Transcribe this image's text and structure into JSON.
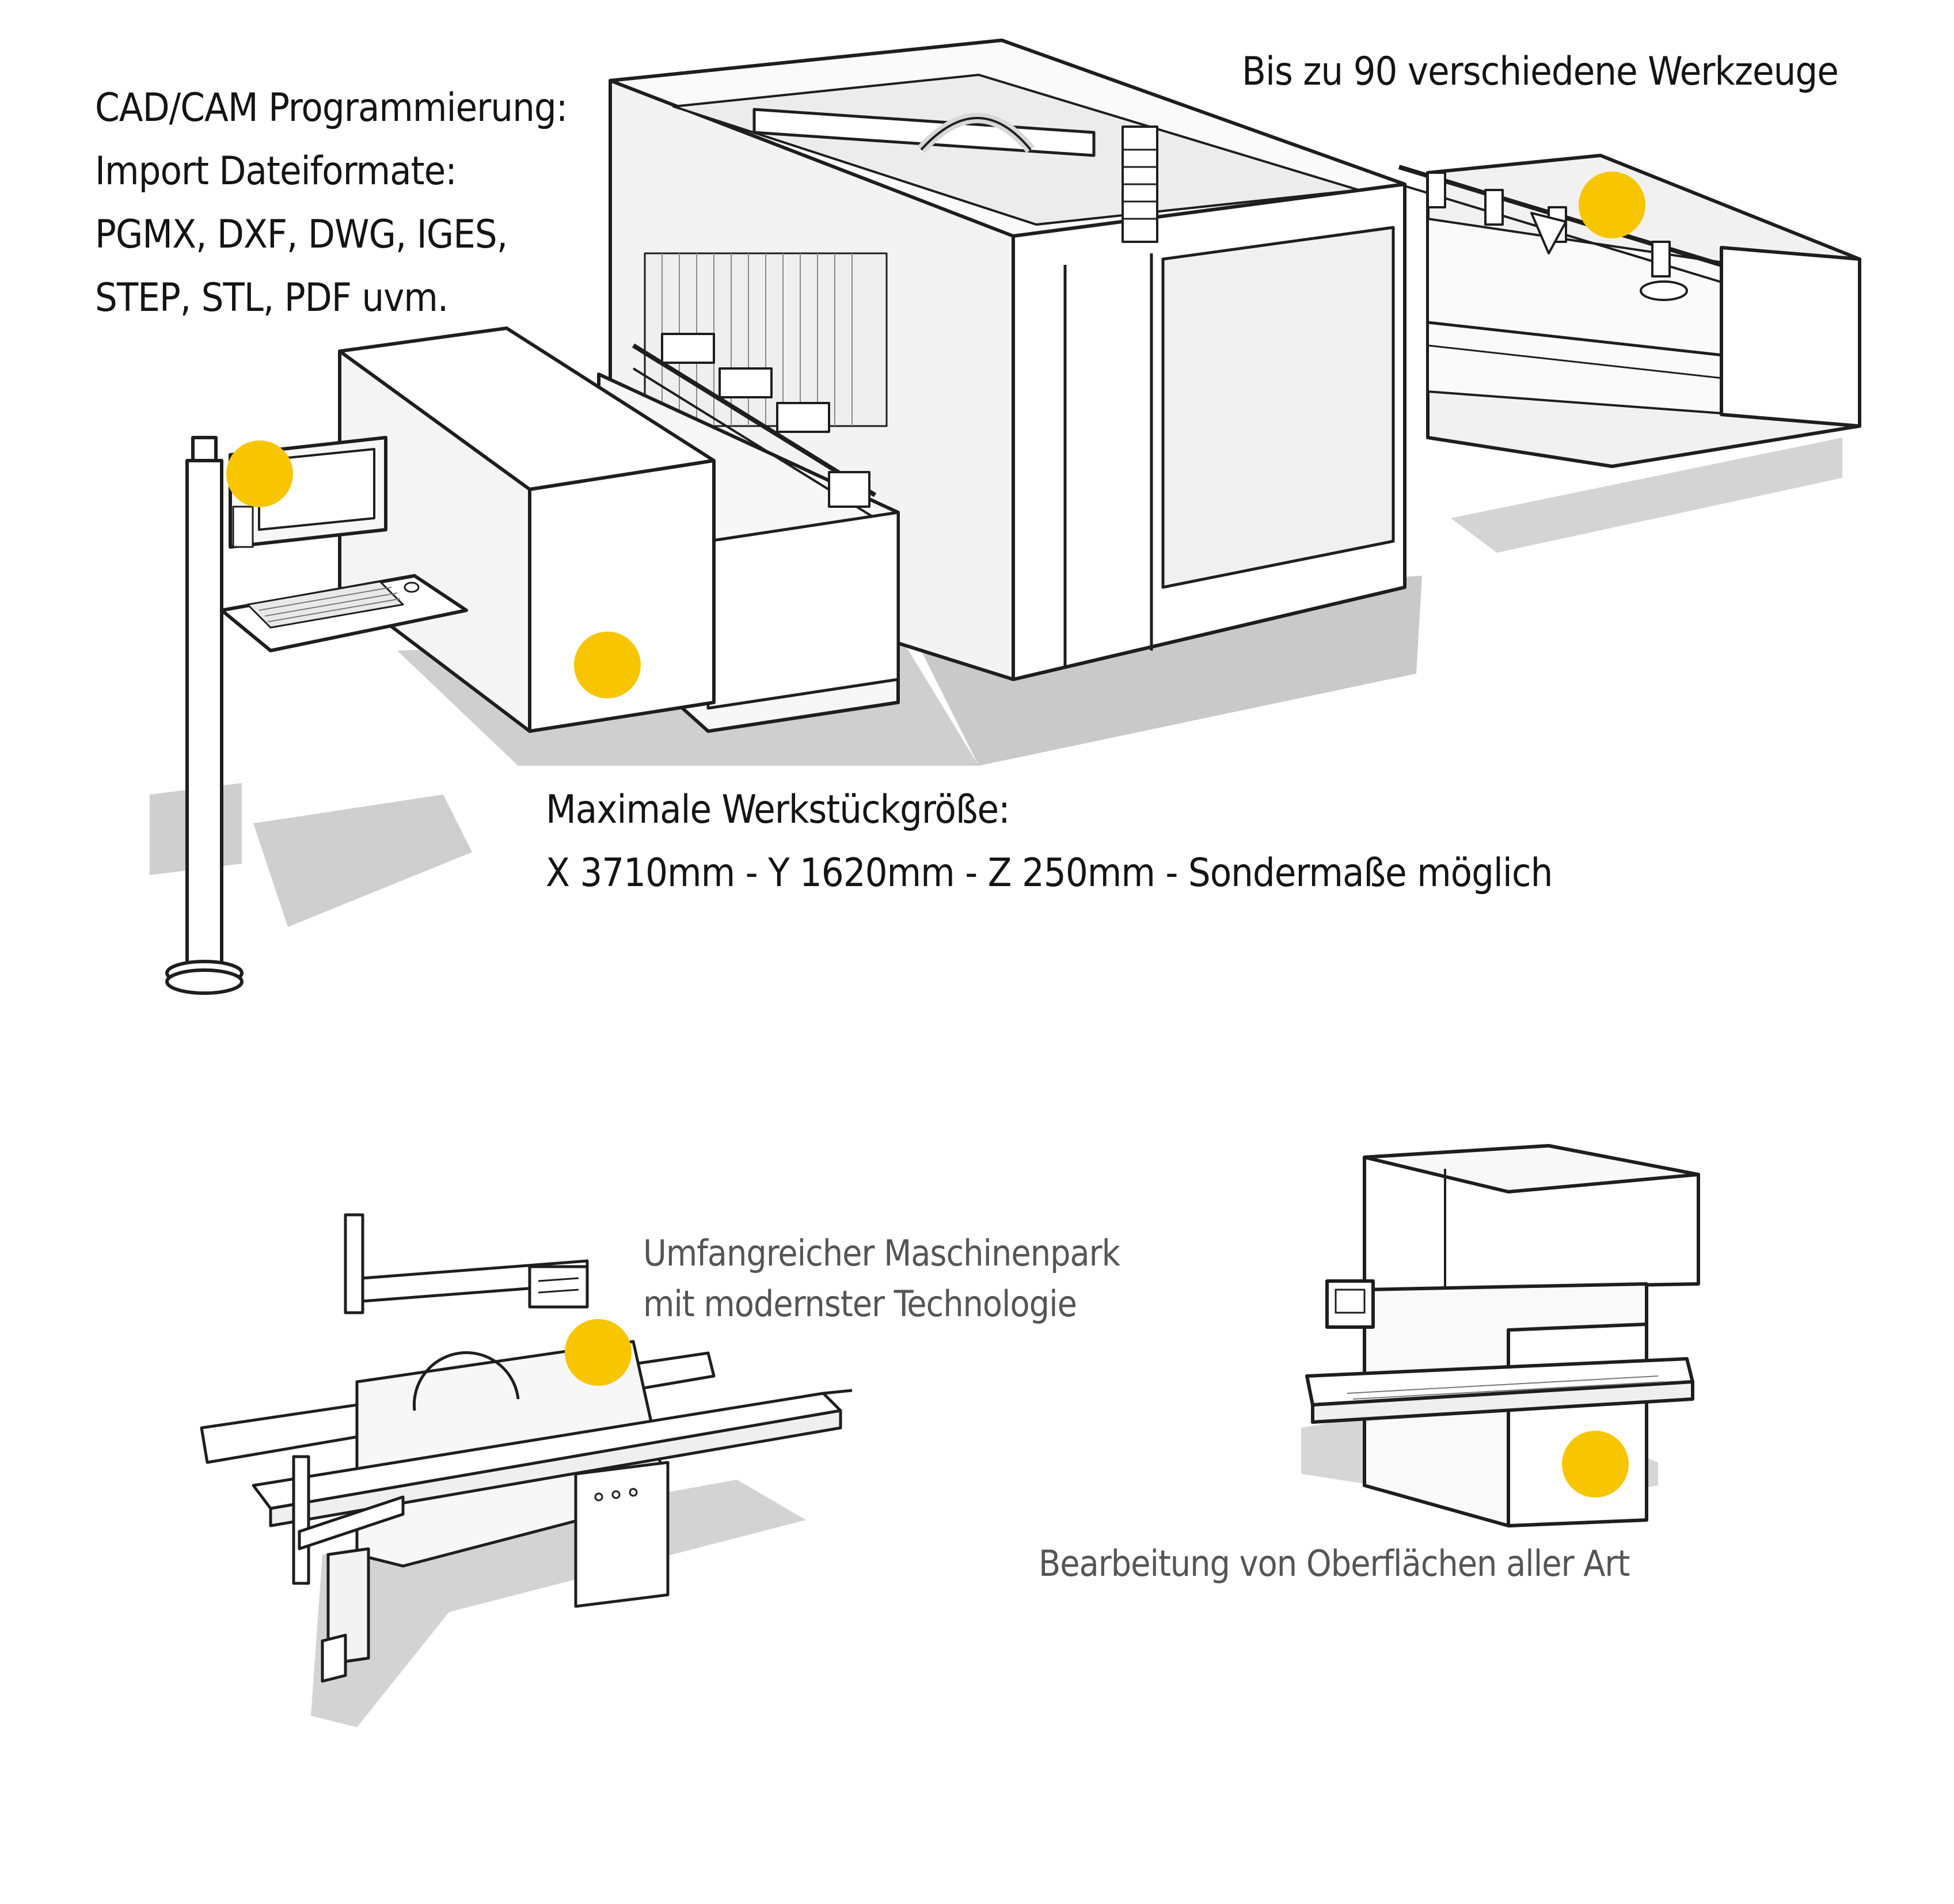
{
  "labels": {
    "cadcam": [
      "CAD/CAM Programmierung:",
      "Import Dateiformate:",
      "PGMX, DXF, DWG, IGES,",
      "STEP, STL, PDF uvm."
    ],
    "tools": "Bis zu 90 verschiedene Werkzeuge",
    "workpiece": [
      "Maximale Werkstückgröße:",
      "X 3710mm - Y 1620mm - Z 250mm - Sondermaße möglich"
    ],
    "machine_park": [
      "Umfangreicher Maschinenpark",
      "mit modernster Technologie"
    ],
    "surfaces": "Bearbeitung von Oberflächen aller Art"
  },
  "colors": {
    "marker": "#f7c600",
    "line": "#1e1e1e",
    "shadow": "#c9c9c9",
    "text_dark": "#141414",
    "text_grey": "#555555"
  },
  "icons": {
    "marker": "yellow-dot",
    "cnc": "cnc-machining-center",
    "saw": "panel-saw",
    "sander": "wide-belt-sander"
  }
}
